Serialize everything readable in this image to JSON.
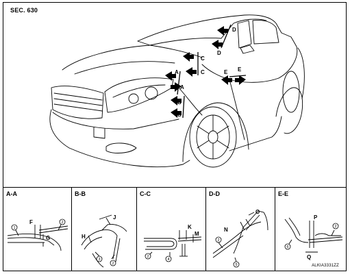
{
  "header": {
    "section_label": "SEC. 630"
  },
  "car_callouts": {
    "A_upper": "A",
    "A_lower": "A",
    "B_upper": "B",
    "B_lower": "B",
    "C_upper": "C",
    "C_lower": "C",
    "D_upper": "D",
    "D_lower": "D",
    "E_left": "E",
    "E_right": "E"
  },
  "panels": [
    {
      "title": "A-A",
      "dims": [
        "F",
        "G"
      ],
      "parts": [
        "1",
        "2"
      ]
    },
    {
      "title": "B-B",
      "dims": [
        "J",
        "H"
      ],
      "parts": [
        "3",
        "2"
      ]
    },
    {
      "title": "C-C",
      "dims": [
        "K",
        "M"
      ],
      "parts": [
        "2",
        "4"
      ]
    },
    {
      "title": "D-D",
      "dims": [
        "O",
        "N"
      ],
      "parts": [
        "2",
        "5"
      ]
    },
    {
      "title": "E-E",
      "dims": [
        "P",
        "Q"
      ],
      "parts": [
        "6",
        "2"
      ]
    }
  ],
  "figure_code": "ALKIA3331ZZ"
}
